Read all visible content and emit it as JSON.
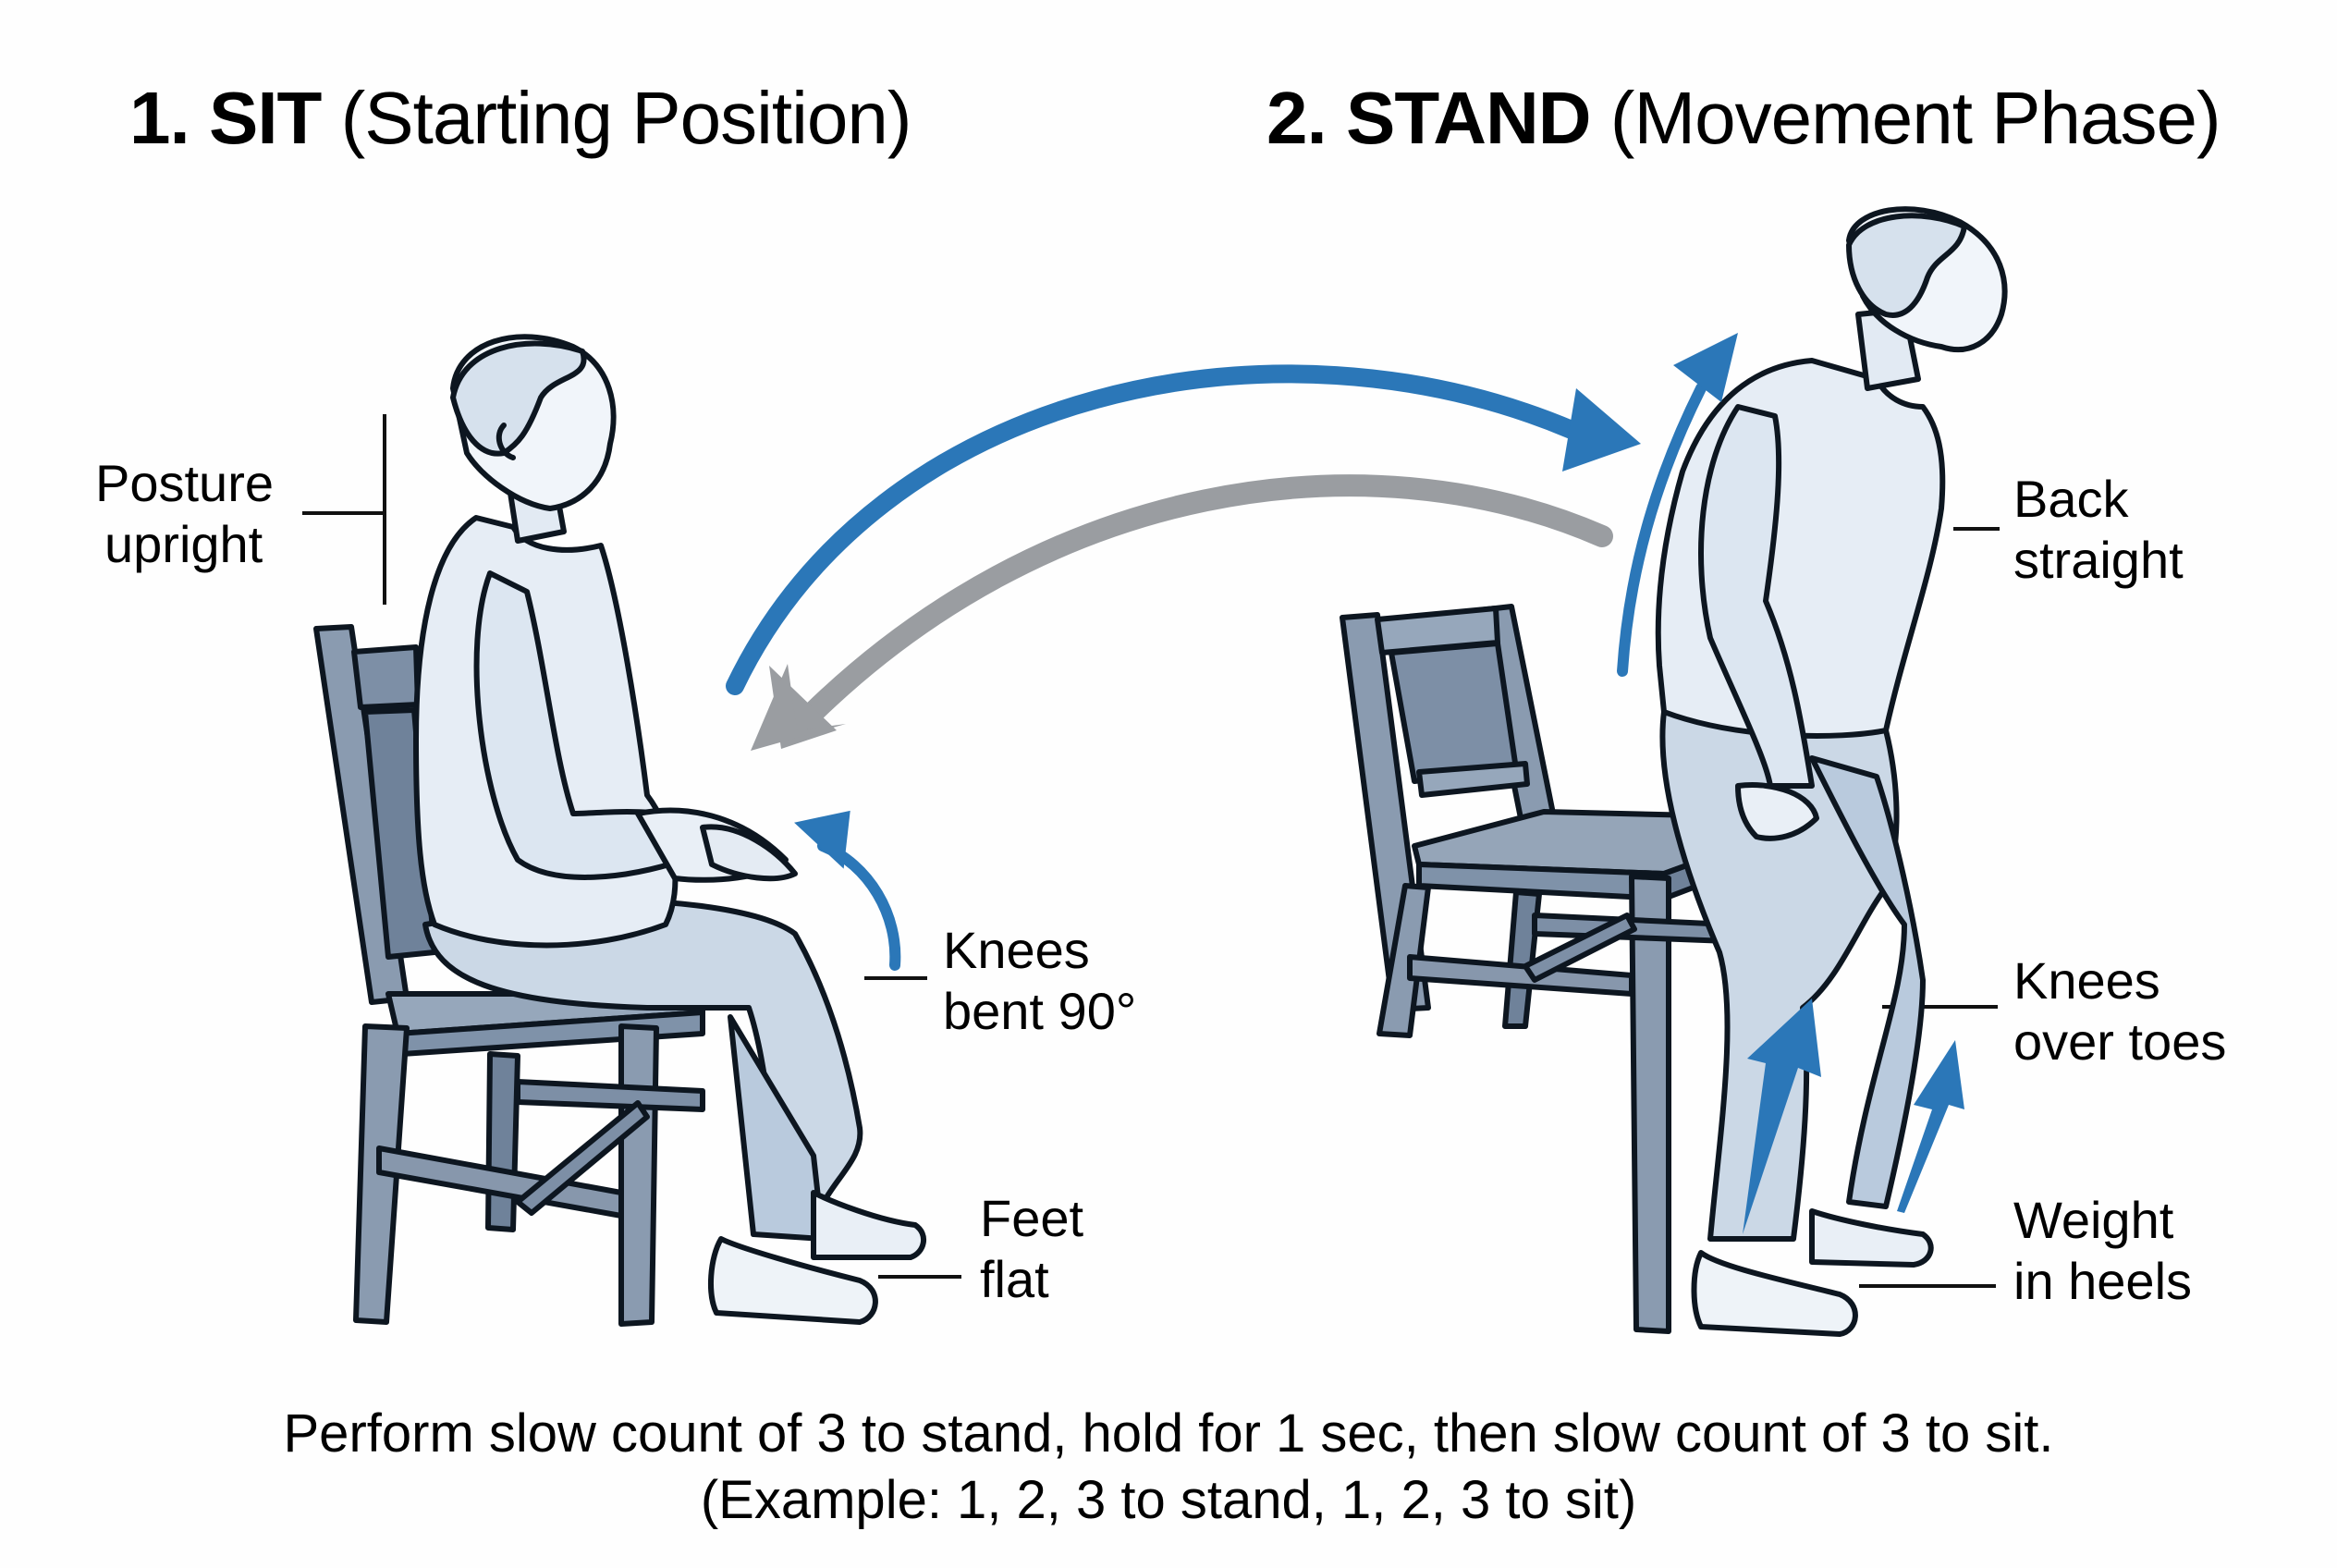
{
  "panels": [
    {
      "id": "sit",
      "number": "1.",
      "heading": "SIT",
      "subheading": "(Starting Position)",
      "labels": [
        {
          "line1": "Posture",
          "line2": "upright"
        },
        {
          "line1": "Knees",
          "line2": "bent 90°"
        },
        {
          "line1": "Feet",
          "line2": "flat"
        }
      ]
    },
    {
      "id": "stand",
      "number": "2.",
      "heading": "STAND",
      "subheading": "(Movement Phase)",
      "labels": [
        {
          "line1": "Back",
          "line2": "straight"
        },
        {
          "line1": "Knees",
          "line2": "over toes"
        },
        {
          "line1": "Weight",
          "line2": "in heels"
        }
      ]
    }
  ],
  "instructions": {
    "line1": "Perform slow count of 3 to stand, hold for 1 sec, then slow count of 3 to sit.",
    "line2": "(Example: 1, 2, 3 to stand, 1, 2, 3 to sit)"
  },
  "colors": {
    "accent_blue": "#2b77b8",
    "return_gray": "#9a9da1",
    "chair": "#8a9bb0",
    "clothing": "#dde6f0",
    "outline": "#0d1620"
  }
}
